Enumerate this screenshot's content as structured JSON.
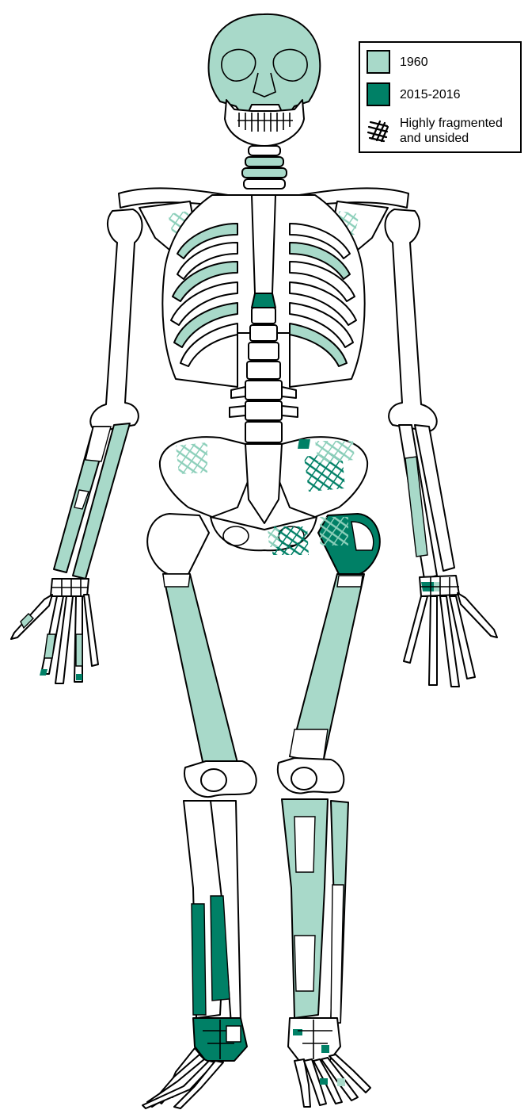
{
  "legend": {
    "items": [
      {
        "label": "1960",
        "color": "#a8d9c9",
        "icon": "solid-swatch"
      },
      {
        "label": "2015-2016",
        "color": "#008066",
        "icon": "solid-swatch"
      },
      {
        "label": "Highly fragmented and unsided",
        "line1": "Highly fragmented",
        "line2": "and unsided",
        "icon": "crosshatch-icon"
      }
    ]
  },
  "colors": {
    "fill_1960": "#a8d9c9",
    "fill_2015_2016": "#008066",
    "bone": "#ffffff",
    "outline": "#000000"
  }
}
